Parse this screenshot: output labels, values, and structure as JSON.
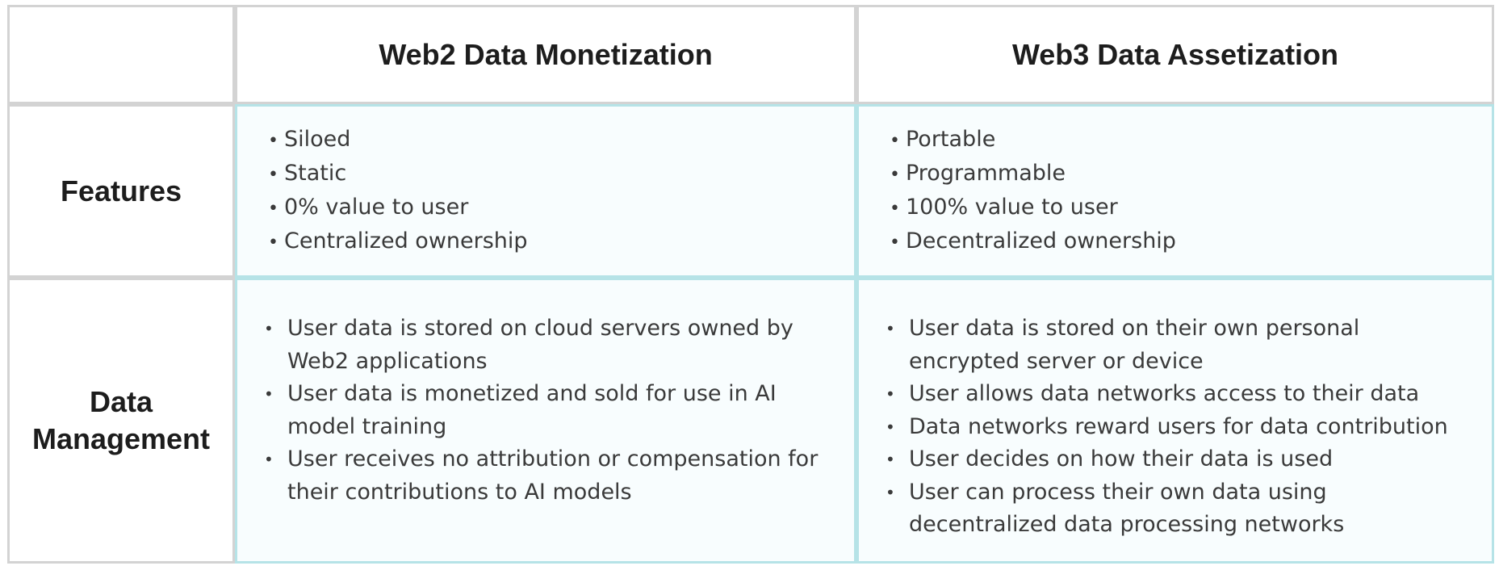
{
  "header": {
    "col1": "Web2 Data Monetization",
    "col2": "Web3 Data Assetization"
  },
  "rows": {
    "features": {
      "label": "Features",
      "web2": [
        "Siloed",
        "Static",
        "0% value to user",
        "Centralized ownership"
      ],
      "web3": [
        "Portable",
        "Programmable",
        "100% value to user",
        "Decentralized ownership"
      ]
    },
    "data_management": {
      "label_line1": "Data",
      "label_line2": "Management",
      "web2": [
        "User data is stored on cloud servers owned by Web2 applications",
        "User data is monetized and sold for use in AI model training",
        "User receives no attribution or compensation for their contributions to AI models"
      ],
      "web3": [
        "User data is stored on their own personal encrypted server or device",
        "User allows data networks access to their data",
        "Data networks reward users for data contribution",
        "User decides on how their data is used",
        "User can process their own data using decentralized data processing networks"
      ]
    }
  },
  "colors": {
    "header_border": "#d3d3d3",
    "body_border": "#b6e3e7",
    "body_background": "#f8fdfe"
  }
}
